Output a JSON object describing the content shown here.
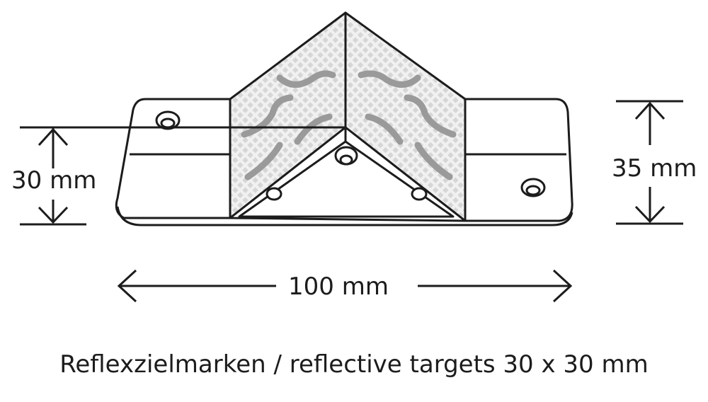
{
  "dimensions": {
    "width_label": "100 mm",
    "height_left_label": "30 mm",
    "height_right_label": "35 mm"
  },
  "caption": "Reflexzielmarken / reflective targets 30 x 30 mm",
  "colors": {
    "line": "#1c1c1c",
    "reflector_fill": "#e9e9e9",
    "reflector_pattern": "#d2d2d2",
    "bracket_mark": "#9a9a9a"
  }
}
